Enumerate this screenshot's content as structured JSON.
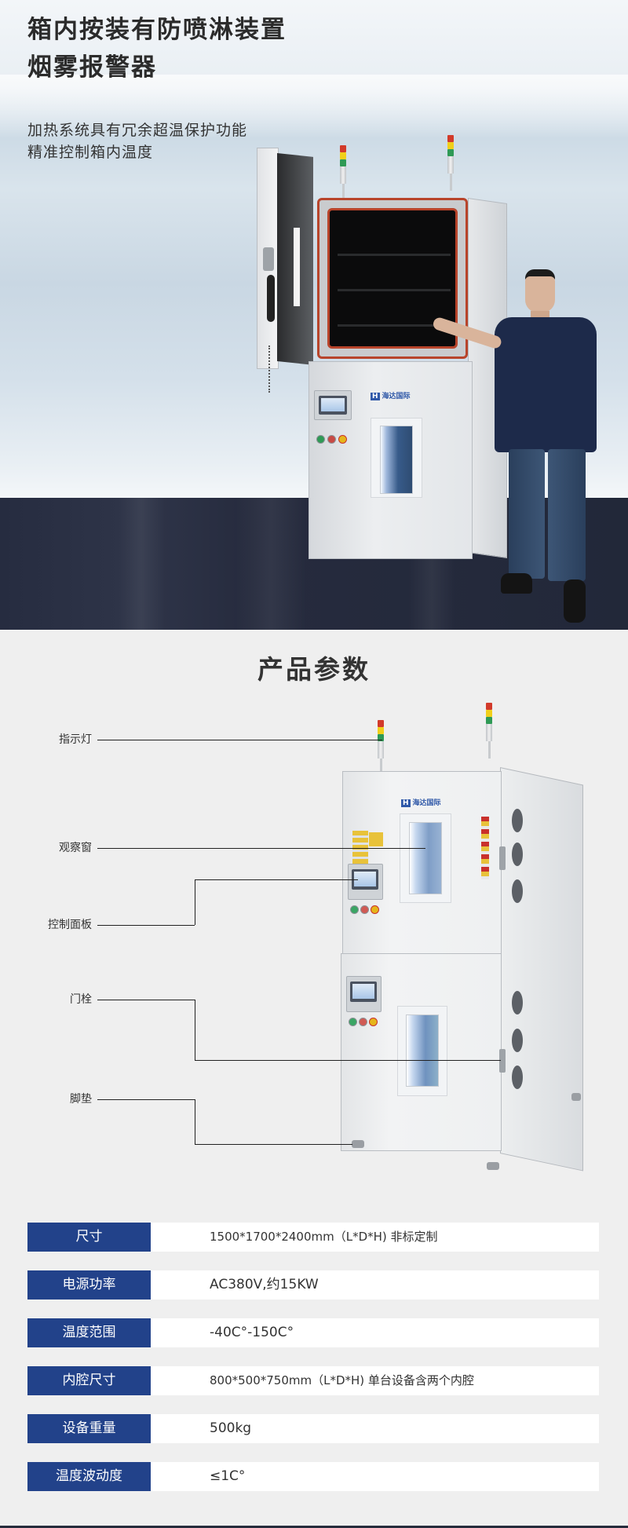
{
  "hero": {
    "title_lines": [
      "箱内按装有防喷淋装置",
      "烟雾报警器"
    ],
    "subtitle_lines": [
      "加热系统具有冗余超温保护功能",
      "精准控制箱内温度"
    ],
    "brand_logo_text": "海达国际"
  },
  "params_section": {
    "title": "产品参数",
    "brand_logo_text": "海达国际",
    "callouts": [
      {
        "label": "指示灯"
      },
      {
        "label": "观察窗"
      },
      {
        "label": "控制面板"
      },
      {
        "label": "门栓"
      },
      {
        "label": "脚垫"
      }
    ]
  },
  "spec_table": {
    "rows": [
      {
        "label": "尺寸",
        "value": "1500*1700*2400mm（L*D*H) 非标定制"
      },
      {
        "label": "电源功率",
        "value": "AC380V,约15KW"
      },
      {
        "label": "温度范围",
        "value": "-40C°-150C°"
      },
      {
        "label": "内腔尺寸",
        "value": "800*500*750mm（L*D*H) 单台设备含两个内腔"
      },
      {
        "label": "设备重量",
        "value": "500kg"
      },
      {
        "label": "温度波动度",
        "value": "≤1C°"
      }
    ]
  },
  "colors": {
    "label_bg": "#22428a",
    "page_bg": "#efefef",
    "hero_floor": "#262c40",
    "text_dark": "#333333"
  }
}
